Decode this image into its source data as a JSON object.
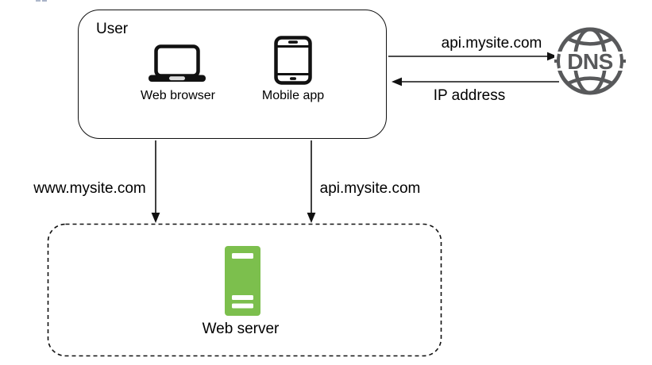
{
  "diagram": {
    "user_box": {
      "title": "User",
      "devices": [
        {
          "icon": "laptop-icon",
          "label": "Web browser"
        },
        {
          "icon": "smartphone-icon",
          "label": "Mobile app"
        }
      ]
    },
    "dns": {
      "icon": "globe-icon",
      "label": "DNS"
    },
    "web_server_box": {
      "icon": "server-icon",
      "label": "Web server"
    },
    "flows": {
      "to_dns": {
        "label": "api.mysite.com",
        "direction": "right"
      },
      "from_dns": {
        "label": "IP address",
        "direction": "left"
      },
      "browser_to_server": {
        "label": "www.mysite.com",
        "direction": "down"
      },
      "app_to_server": {
        "label": "api.mysite.com",
        "direction": "down"
      }
    },
    "colors": {
      "line": "#111111",
      "text": "#000000",
      "globe_gray": "#58595b",
      "server_green": "#7cbf4d",
      "background": "#ffffff"
    }
  }
}
